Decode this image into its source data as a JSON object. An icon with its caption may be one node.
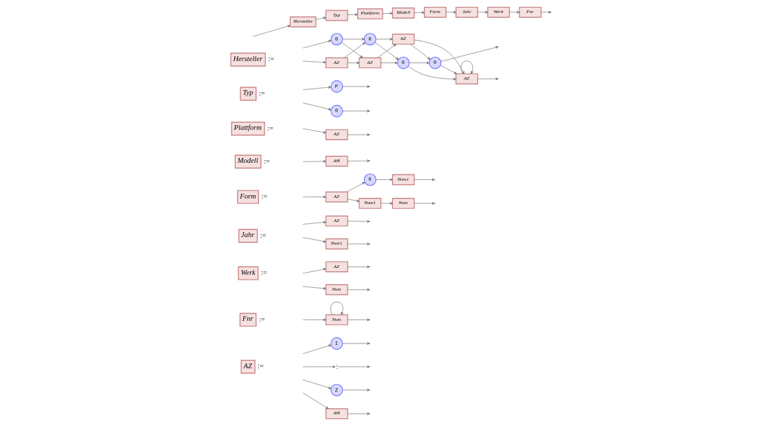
{
  "diagram": {
    "nodes": [
      {
        "text": [
          "Hersteller"
        ]
      },
      {
        "text": [
          "Typ"
        ]
      },
      {
        "text": [
          "Plattform"
        ]
      },
      {
        "text": [
          "Modell"
        ]
      },
      {
        "text": [
          "Form"
        ]
      },
      {
        "text": [
          "Jahr"
        ]
      },
      {
        "text": [
          "Werk"
        ]
      },
      {
        "text": [
          "Fnr"
        ]
      },
      {
        "text": [
          "Hersteller"
        ],
        "beside": [
          ":="
        ]
      },
      {
        "text": [
          "0"
        ]
      },
      {
        "text": [
          "AZ"
        ]
      },
      {
        "text": [
          "0"
        ]
      },
      {
        "text": [
          "AZ"
        ]
      },
      {
        "text": [
          "0"
        ]
      },
      {
        "text": [
          "AZ"
        ]
      },
      {
        "text": [
          "0"
        ]
      },
      {
        "text": [
          "AZ"
        ]
      },
      {
        "text": [
          "Typ"
        ],
        "beside": [
          ":="
        ]
      },
      {
        "text": [
          "0"
        ]
      },
      {
        "text": [
          "P"
        ]
      },
      {
        "text": [
          "Plattform"
        ],
        "beside": [
          ":="
        ]
      },
      {
        "text": [
          "AZ"
        ]
      },
      {
        "text": [
          "Modell"
        ],
        "beside": [
          ":="
        ]
      },
      {
        "text": [
          "AH"
        ]
      },
      {
        "text": [
          "Form"
        ],
        "beside": [
          ":="
        ]
      },
      {
        "text": [
          "AZ"
        ]
      },
      {
        "text": [
          "0"
        ]
      },
      {
        "text": [
          "Num1"
        ]
      },
      {
        "text": [
          "Num1"
        ]
      },
      {
        "text": [
          "Num"
        ]
      },
      {
        "text": [
          "Jahr"
        ],
        "beside": [
          ":="
        ]
      },
      {
        "text": [
          "Num1"
        ]
      },
      {
        "text": [
          "AZ"
        ]
      },
      {
        "text": [
          "Werk"
        ],
        "beside": [
          ":="
        ]
      },
      {
        "text": [
          "Num"
        ]
      },
      {
        "text": [
          "AZ"
        ]
      },
      {
        "text": [
          "Fnr"
        ],
        "beside": [
          ":="
        ]
      },
      {
        "text": [
          "Num"
        ]
      },
      {
        "text": [
          "AZ"
        ],
        "beside": [
          ":="
        ]
      },
      {
        "text": [
          "AH"
        ]
      },
      {
        "text": [
          "I"
        ]
      },
      {
        "text": [
          "⋮"
        ]
      },
      {
        "text": [
          "Z"
        ]
      }
    ],
    "edges": [
      {
        "from": null,
        "to": 0,
        "arrow": "to"
      },
      {
        "from": 0,
        "to": 1,
        "arrow": "to"
      },
      {
        "from": 1,
        "to": 2,
        "arrow": "to"
      },
      {
        "from": 2,
        "to": 3,
        "arrow": "to"
      },
      {
        "from": 3,
        "to": 4,
        "arrow": "to"
      },
      {
        "from": 4,
        "to": 5,
        "arrow": "to"
      },
      {
        "from": 5,
        "to": 6,
        "arrow": "to"
      },
      {
        "from": 6,
        "to": 7,
        "arrow": "to"
      },
      {
        "from": 7,
        "to": null,
        "arrow": "to"
      },
      {
        "from": null,
        "to": 9,
        "arrow": "to"
      },
      {
        "from": null,
        "to": 10,
        "arrow": "to"
      },
      {
        "from": 9,
        "to": 11,
        "arrow": "to"
      },
      {
        "from": 9,
        "to": 12,
        "arrow": "to"
      },
      {
        "from": 10,
        "to": 11,
        "arrow": "to"
      },
      {
        "from": 10,
        "to": 12,
        "arrow": "to"
      },
      {
        "from": 11,
        "to": 13,
        "arrow": "to"
      },
      {
        "from": 11,
        "to": 14,
        "arrow": "to"
      },
      {
        "from": 12,
        "to": 13,
        "arrow": "to"
      },
      {
        "from": 12,
        "to": 14,
        "arrow": "to"
      },
      {
        "from": 13,
        "to": 15,
        "arrow": "to"
      },
      {
        "from": 13,
        "to": 16,
        "arrow": "to"
      },
      {
        "from": 14,
        "to": 15,
        "arrow": "to"
      },
      {
        "from": 14,
        "to": 16,
        "arrow": "to"
      },
      {
        "from": 15,
        "to": 16,
        "arrow": "to"
      },
      {
        "from": 16,
        "to": 16,
        "arrow": "to"
      },
      {
        "from": 15,
        "to": null,
        "arrow": "to"
      },
      {
        "from": 16,
        "to": null,
        "arrow": "to"
      },
      {
        "from": null,
        "to": 18,
        "arrow": "to"
      },
      {
        "from": null,
        "to": 19,
        "arrow": "to"
      },
      {
        "from": 18,
        "to": null,
        "arrow": "to"
      },
      {
        "from": 19,
        "to": null,
        "arrow": "to"
      },
      {
        "from": null,
        "to": 21,
        "arrow": "to"
      },
      {
        "from": 21,
        "to": null,
        "arrow": "to"
      },
      {
        "from": null,
        "to": 23,
        "arrow": "to"
      },
      {
        "from": 23,
        "to": null,
        "arrow": "to"
      },
      {
        "from": null,
        "to": 25,
        "arrow": "to"
      },
      {
        "from": 25,
        "to": 26,
        "arrow": "to"
      },
      {
        "from": 25,
        "to": 28,
        "arrow": "to"
      },
      {
        "from": 26,
        "to": 27,
        "arrow": "to"
      },
      {
        "from": 28,
        "to": 29,
        "arrow": "to"
      },
      {
        "from": 27,
        "to": null,
        "arrow": "to"
      },
      {
        "from": 29,
        "to": null,
        "arrow": "to"
      },
      {
        "from": null,
        "to": 31,
        "arrow": "to"
      },
      {
        "from": null,
        "to": 32,
        "arrow": "to"
      },
      {
        "from": 31,
        "to": null,
        "arrow": "to"
      },
      {
        "from": 32,
        "to": null,
        "arrow": "to"
      },
      {
        "from": null,
        "to": 34,
        "arrow": "to"
      },
      {
        "from": null,
        "to": 35,
        "arrow": "to"
      },
      {
        "from": 34,
        "to": null,
        "arrow": "to"
      },
      {
        "from": 35,
        "to": null,
        "arrow": "to"
      },
      {
        "from": null,
        "to": 37,
        "arrow": "to"
      },
      {
        "from": 37,
        "to": 37,
        "arrow": "to"
      },
      {
        "from": 37,
        "to": null,
        "arrow": "to"
      },
      {
        "from": null,
        "to": 39,
        "arrow": "to"
      },
      {
        "from": null,
        "to": 40,
        "arrow": "to"
      },
      {
        "from": null,
        "to": 41,
        "arrow": "to"
      },
      {
        "from": null,
        "to": 42,
        "arrow": "to"
      },
      {
        "from": 39,
        "to": null,
        "arrow": "to"
      },
      {
        "from": 40,
        "to": null,
        "arrow": "to"
      },
      {
        "from": 41,
        "to": null,
        "arrow": "to"
      },
      {
        "from": 42,
        "to": null,
        "arrow": "to"
      }
    ]
  }
}
